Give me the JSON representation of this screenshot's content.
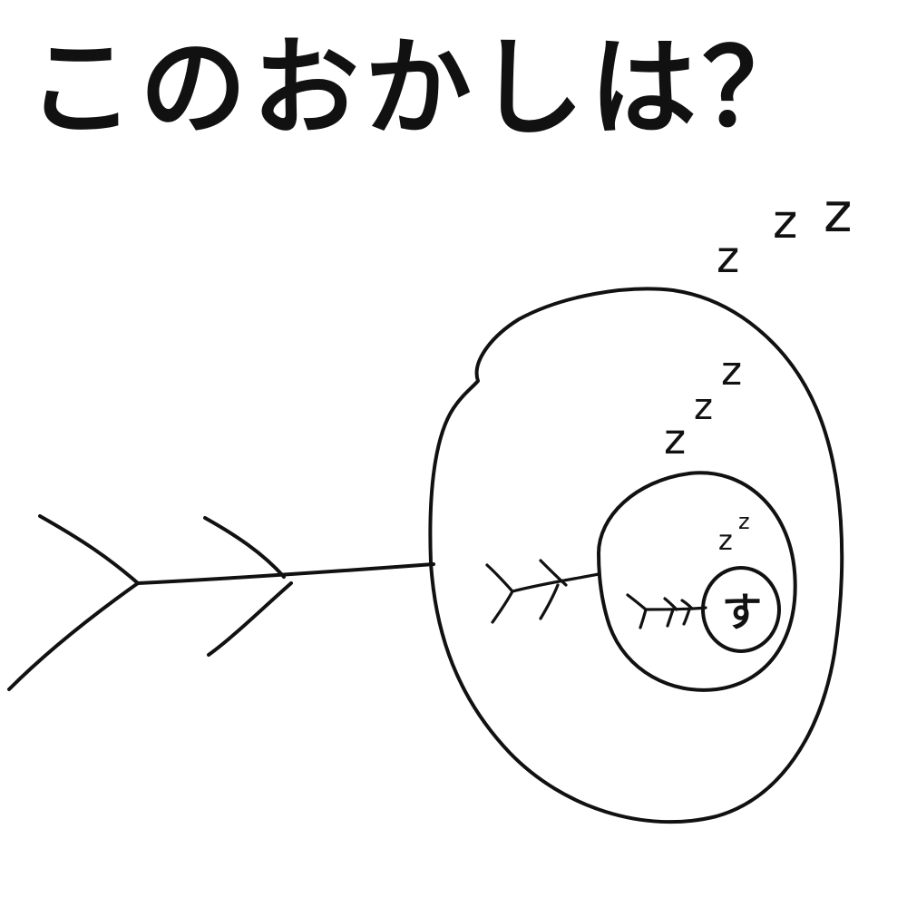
{
  "title": "このおかしは？",
  "snore_outer": [
    "z",
    "z",
    "z"
  ],
  "snore_middle": [
    "z",
    "z",
    "z"
  ],
  "snore_inner": [
    "z",
    "z"
  ],
  "center_char": "す",
  "ink_color": "#111111",
  "background_color": "#ffffff"
}
